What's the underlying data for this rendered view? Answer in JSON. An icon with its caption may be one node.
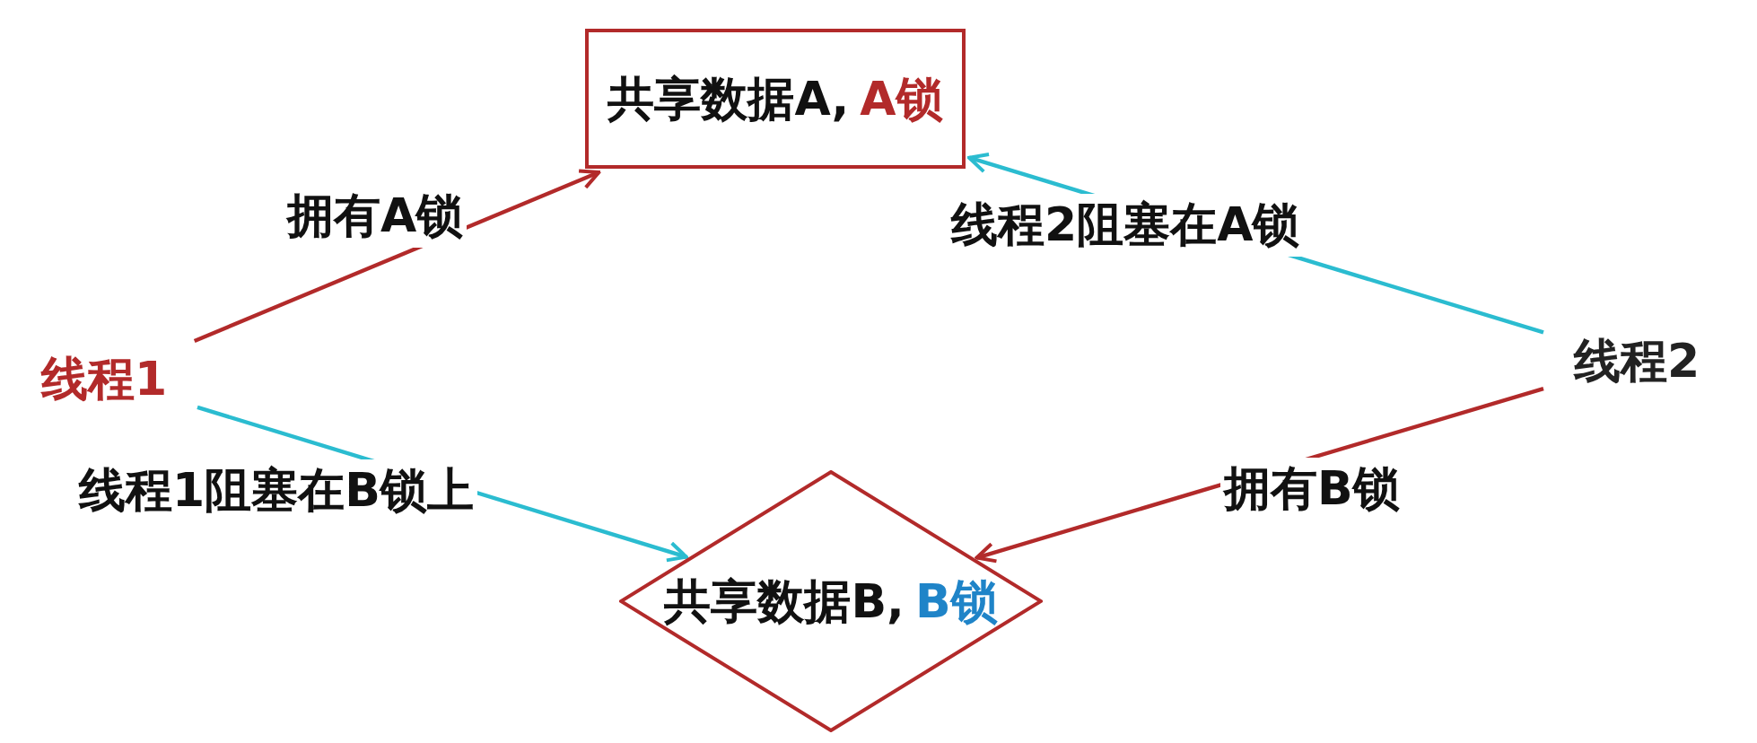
{
  "diagram": {
    "nodes": [
      {
        "text": [
          "共享数据A,",
          "A锁"
        ]
      },
      {
        "text": [
          "线程1"
        ]
      },
      {
        "text": [
          "线程2"
        ]
      },
      {
        "text": [
          "共享数据B,",
          "B锁"
        ]
      }
    ],
    "edges": [
      {
        "from": 1,
        "to": 0,
        "arrow": "to",
        "label": "拥有A锁",
        "color": "#b22a2a"
      },
      {
        "from": 2,
        "to": 0,
        "arrow": "to",
        "label": "线程2阻塞在A锁",
        "color": "#2bbcd0"
      },
      {
        "from": 1,
        "to": 3,
        "arrow": "to",
        "label": "线程1阻塞在B锁上",
        "color": "#2bbcd0"
      },
      {
        "from": 2,
        "to": 3,
        "arrow": "to",
        "label": "拥有B锁",
        "color": "#b22a2a"
      }
    ]
  }
}
